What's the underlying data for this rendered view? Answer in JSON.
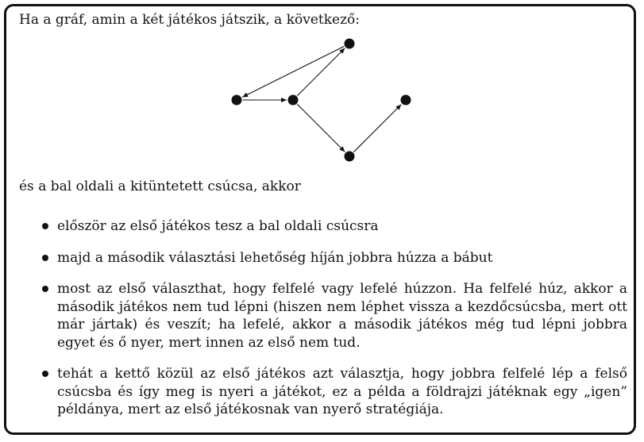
{
  "intro_text": "Ha a gráf, amin a két játékos játszik, a következő:",
  "after_text": "és a bal oldali a kitüntetett csúcsa, akkor",
  "bullets": [
    "először az első játékos tesz a bal oldali csúcsra",
    "majd a második választási lehetőség híján jobbra húzza a bábut",
    "most az első választhat, hogy felfelé vagy lefelé húzzon. Ha felfelé húz, akkor a második játékos nem tud lépni (hiszen nem léphet vissza a kezdőcsúcsba, mert ott már jártak) és veszít; ha lefelé, akkor a második játékos még tud lépni jobbra egyet és ő nyer, mert innen az első nem tud.",
    "tehát a kettő közül az első játékos azt választja, hogy jobbra felfelé lép a felső csúcsba és így meg is nyeri a játékot, ez a példa a földrajzi játéknak egy „igen” példánya, mert az első játékosnak van nyerő stratégiája."
  ],
  "graph": {
    "nodes": [
      "left",
      "center",
      "top",
      "bottom",
      "right"
    ],
    "edges": [
      {
        "from": "left",
        "to": "center"
      },
      {
        "from": "center",
        "to": "top"
      },
      {
        "from": "top",
        "to": "left"
      },
      {
        "from": "center",
        "to": "bottom"
      },
      {
        "from": "bottom",
        "to": "right"
      }
    ]
  }
}
